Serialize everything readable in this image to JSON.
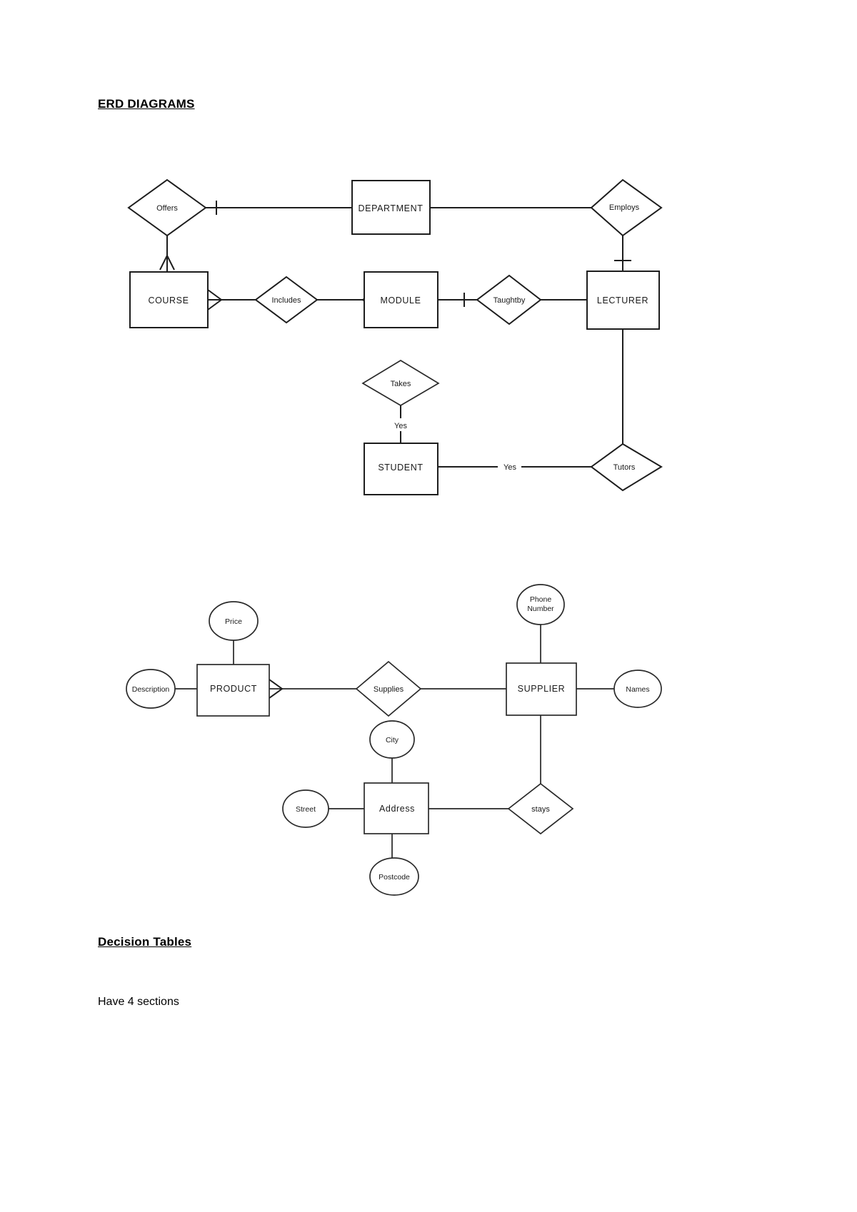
{
  "document": {
    "title_heading": "ERD DIAGRAMS",
    "second_heading": "Decision Tables",
    "body_line": "Have 4 sections"
  },
  "diagram1": {
    "name": "university-erd",
    "entities": [
      {
        "id": "department",
        "label": "DEPARTMENT"
      },
      {
        "id": "course",
        "label": "COURSE"
      },
      {
        "id": "module",
        "label": "MODULE"
      },
      {
        "id": "lecturer",
        "label": "LECTURER"
      },
      {
        "id": "student",
        "label": "STUDENT"
      }
    ],
    "relationships": [
      {
        "id": "offers",
        "label": "Offers"
      },
      {
        "id": "employs",
        "label": "Employs"
      },
      {
        "id": "includes",
        "label": "Includes"
      },
      {
        "id": "taughtby",
        "label": "Taughtby"
      },
      {
        "id": "takes",
        "label": "Takes"
      },
      {
        "id": "tutors",
        "label": "Tutors"
      }
    ],
    "edge_labels": [
      {
        "id": "takes-student",
        "label": "Yes"
      },
      {
        "id": "student-tutors",
        "label": "Yes"
      }
    ]
  },
  "diagram2": {
    "name": "supplier-product-erd",
    "entities": [
      {
        "id": "product",
        "label": "PRODUCT"
      },
      {
        "id": "supplier",
        "label": "SUPPLIER"
      },
      {
        "id": "address",
        "label": "Address"
      }
    ],
    "relationships": [
      {
        "id": "supplies",
        "label": "Supplies"
      },
      {
        "id": "stays",
        "label": "stays"
      }
    ],
    "attributes": [
      {
        "id": "price",
        "label": "Price"
      },
      {
        "id": "description",
        "label": "Description"
      },
      {
        "id": "phone-number",
        "label": "Phone",
        "label2": "Number"
      },
      {
        "id": "names",
        "label": "Names"
      },
      {
        "id": "city",
        "label": "City"
      },
      {
        "id": "street",
        "label": "Street"
      },
      {
        "id": "postcode",
        "label": "Postcode"
      }
    ]
  }
}
